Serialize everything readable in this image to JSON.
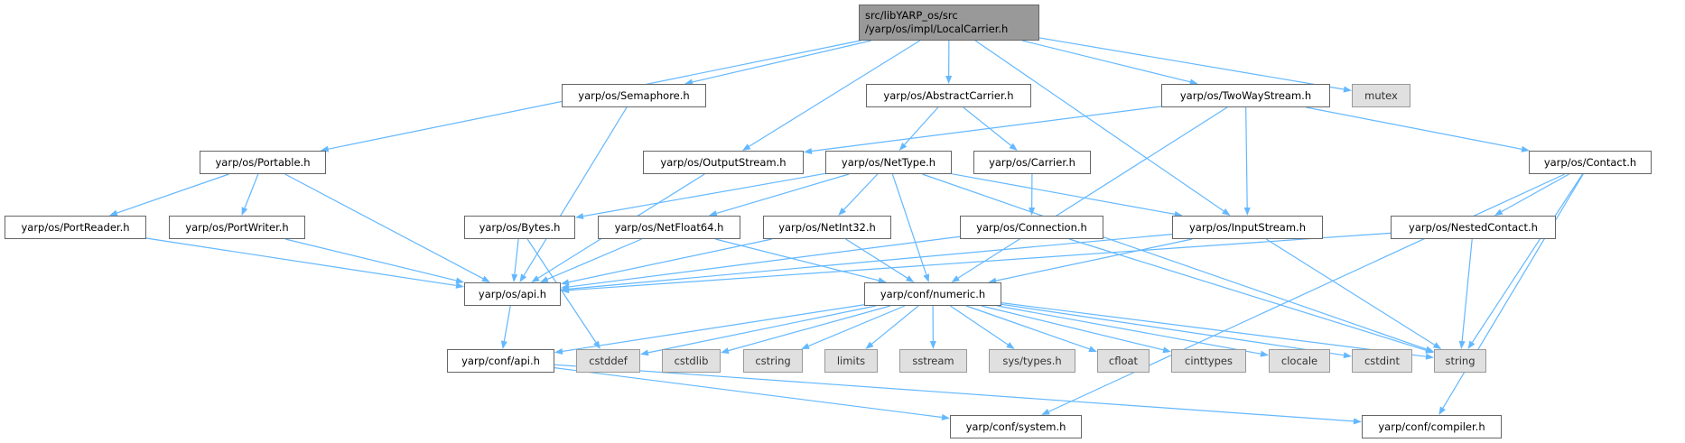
{
  "diagram": {
    "type": "include-dependency-graph",
    "colors": {
      "edge": "#63b8ff",
      "root_fill": "#999999",
      "external_fill": "#e0e0e0",
      "node_border": "#666666"
    },
    "root": {
      "id": "root",
      "label_line1": "src/libYARP_os/src",
      "label_line2": "/yarp/os/impl/LocalCarrier.h"
    },
    "nodes": [
      {
        "id": "semaphore",
        "label": "yarp/os/Semaphore.h",
        "external": false
      },
      {
        "id": "portable",
        "label": "yarp/os/Portable.h",
        "external": false
      },
      {
        "id": "outputstream",
        "label": "yarp/os/OutputStream.h",
        "external": false
      },
      {
        "id": "abstractcarrier",
        "label": "yarp/os/AbstractCarrier.h",
        "external": false
      },
      {
        "id": "twowaystream",
        "label": "yarp/os/TwoWayStream.h",
        "external": false
      },
      {
        "id": "mutex",
        "label": "mutex",
        "external": true
      },
      {
        "id": "nettype",
        "label": "yarp/os/NetType.h",
        "external": false
      },
      {
        "id": "carrier",
        "label": "yarp/os/Carrier.h",
        "external": false
      },
      {
        "id": "contact",
        "label": "yarp/os/Contact.h",
        "external": false
      },
      {
        "id": "portreader",
        "label": "yarp/os/PortReader.h",
        "external": false
      },
      {
        "id": "portwriter",
        "label": "yarp/os/PortWriter.h",
        "external": false
      },
      {
        "id": "bytes",
        "label": "yarp/os/Bytes.h",
        "external": false
      },
      {
        "id": "netfloat64",
        "label": "yarp/os/NetFloat64.h",
        "external": false
      },
      {
        "id": "netint32",
        "label": "yarp/os/NetInt32.h",
        "external": false
      },
      {
        "id": "connection",
        "label": "yarp/os/Connection.h",
        "external": false
      },
      {
        "id": "inputstream",
        "label": "yarp/os/InputStream.h",
        "external": false
      },
      {
        "id": "nestedcontact",
        "label": "yarp/os/NestedContact.h",
        "external": false
      },
      {
        "id": "osapi",
        "label": "yarp/os/api.h",
        "external": false
      },
      {
        "id": "numeric",
        "label": "yarp/conf/numeric.h",
        "external": false
      },
      {
        "id": "confapi",
        "label": "yarp/conf/api.h",
        "external": false
      },
      {
        "id": "cstddef",
        "label": "cstddef",
        "external": true
      },
      {
        "id": "cstdlib",
        "label": "cstdlib",
        "external": true
      },
      {
        "id": "cstring",
        "label": "cstring",
        "external": true
      },
      {
        "id": "limits",
        "label": "limits",
        "external": true
      },
      {
        "id": "sstream",
        "label": "sstream",
        "external": true
      },
      {
        "id": "systypes",
        "label": "sys/types.h",
        "external": true
      },
      {
        "id": "cfloat",
        "label": "cfloat",
        "external": true
      },
      {
        "id": "cinttypes",
        "label": "cinttypes",
        "external": true
      },
      {
        "id": "clocale",
        "label": "clocale",
        "external": true
      },
      {
        "id": "cstdint",
        "label": "cstdint",
        "external": true
      },
      {
        "id": "string",
        "label": "string",
        "external": true
      },
      {
        "id": "system",
        "label": "yarp/conf/system.h",
        "external": false
      },
      {
        "id": "compiler",
        "label": "yarp/conf/compiler.h",
        "external": false
      }
    ],
    "edges": [
      [
        "root",
        "portable"
      ],
      [
        "root",
        "semaphore"
      ],
      [
        "root",
        "outputstream"
      ],
      [
        "root",
        "abstractcarrier"
      ],
      [
        "root",
        "inputstream"
      ],
      [
        "root",
        "twowaystream"
      ],
      [
        "root",
        "mutex"
      ],
      [
        "semaphore",
        "osapi"
      ],
      [
        "portable",
        "portreader"
      ],
      [
        "portable",
        "portwriter"
      ],
      [
        "portable",
        "osapi"
      ],
      [
        "portreader",
        "osapi"
      ],
      [
        "portwriter",
        "osapi"
      ],
      [
        "outputstream",
        "osapi"
      ],
      [
        "abstractcarrier",
        "nettype"
      ],
      [
        "abstractcarrier",
        "carrier"
      ],
      [
        "twowaystream",
        "outputstream"
      ],
      [
        "twowaystream",
        "inputstream"
      ],
      [
        "twowaystream",
        "numeric"
      ],
      [
        "twowaystream",
        "contact"
      ],
      [
        "nettype",
        "bytes"
      ],
      [
        "nettype",
        "netfloat64"
      ],
      [
        "nettype",
        "netint32"
      ],
      [
        "nettype",
        "numeric"
      ],
      [
        "nettype",
        "inputstream"
      ],
      [
        "nettype",
        "string"
      ],
      [
        "carrier",
        "connection"
      ],
      [
        "contact",
        "nestedcontact"
      ],
      [
        "contact",
        "string"
      ],
      [
        "contact",
        "system"
      ],
      [
        "contact",
        "compiler"
      ],
      [
        "bytes",
        "osapi"
      ],
      [
        "bytes",
        "cstddef"
      ],
      [
        "netfloat64",
        "osapi"
      ],
      [
        "netfloat64",
        "numeric"
      ],
      [
        "netint32",
        "osapi"
      ],
      [
        "netint32",
        "numeric"
      ],
      [
        "connection",
        "osapi"
      ],
      [
        "connection",
        "string"
      ],
      [
        "inputstream",
        "osapi"
      ],
      [
        "inputstream",
        "numeric"
      ],
      [
        "inputstream",
        "string"
      ],
      [
        "nestedcontact",
        "osapi"
      ],
      [
        "nestedcontact",
        "string"
      ],
      [
        "osapi",
        "confapi"
      ],
      [
        "numeric",
        "confapi"
      ],
      [
        "numeric",
        "cstddef"
      ],
      [
        "numeric",
        "cstdlib"
      ],
      [
        "numeric",
        "cstring"
      ],
      [
        "numeric",
        "limits"
      ],
      [
        "numeric",
        "sstream"
      ],
      [
        "numeric",
        "systypes"
      ],
      [
        "numeric",
        "cfloat"
      ],
      [
        "numeric",
        "cinttypes"
      ],
      [
        "numeric",
        "clocale"
      ],
      [
        "numeric",
        "cstdint"
      ],
      [
        "numeric",
        "string"
      ],
      [
        "confapi",
        "system"
      ],
      [
        "confapi",
        "compiler"
      ]
    ]
  }
}
